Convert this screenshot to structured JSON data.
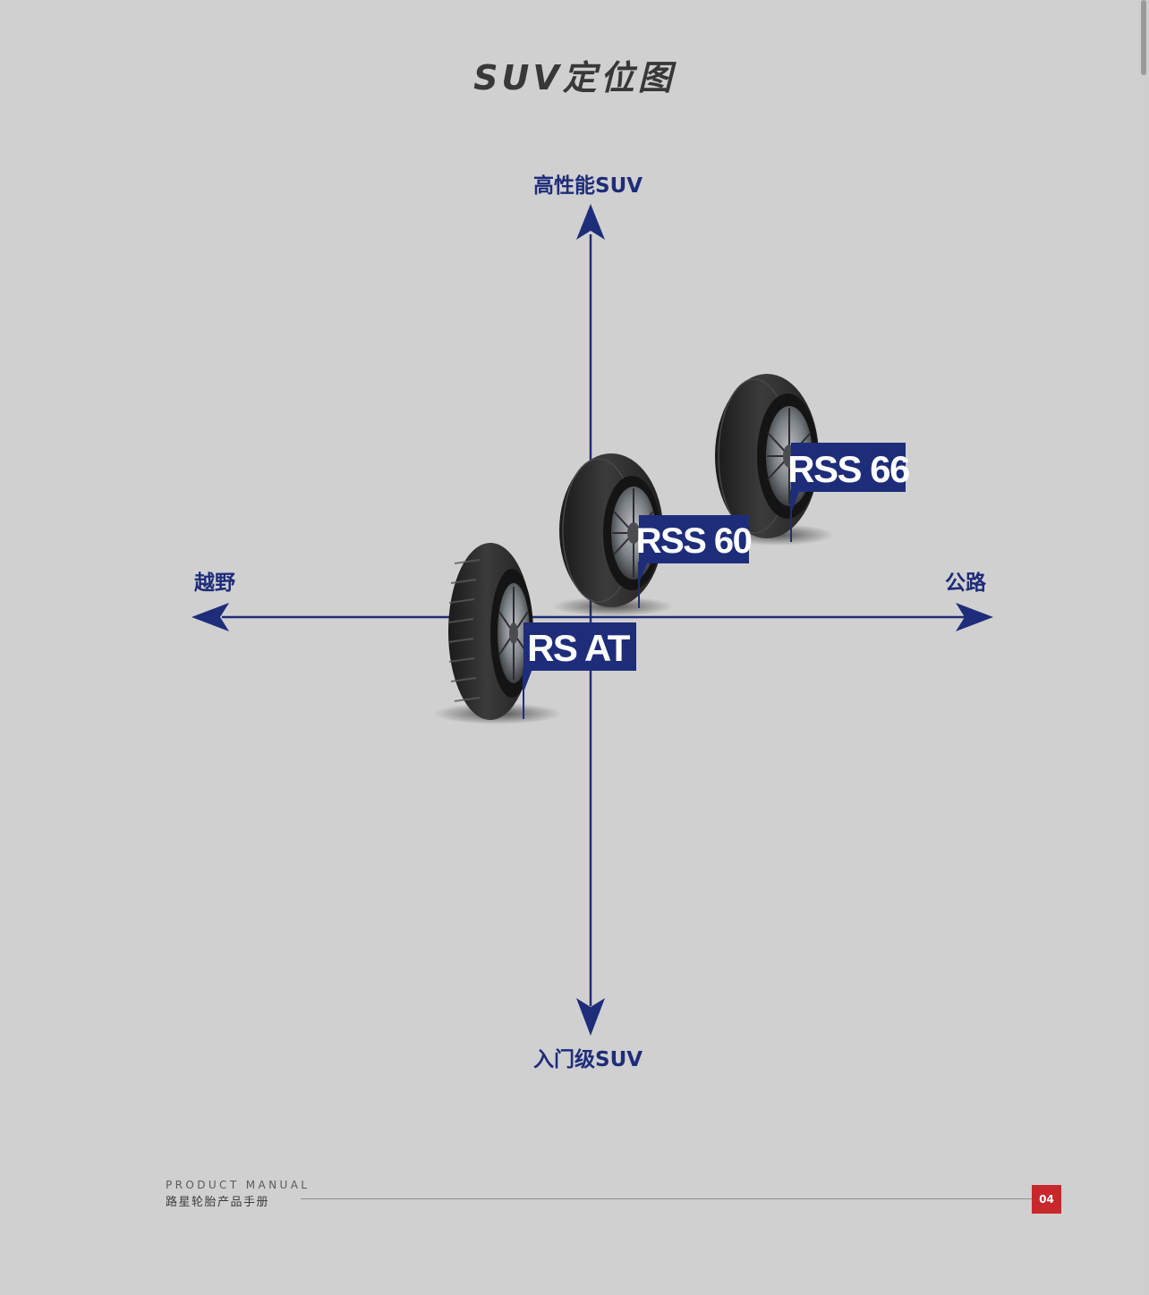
{
  "page": {
    "title": "SUV定位图"
  },
  "axes": {
    "top": "高性能SUV",
    "bottom": "入门级SUV",
    "left": "越野",
    "right": "公路",
    "color": "#1e2d7a"
  },
  "products": [
    {
      "name": "RS AT",
      "tire_type": "all-terrain-tire"
    },
    {
      "name": "RSS 60",
      "tire_type": "touring-tire"
    },
    {
      "name": "RSS 66",
      "tire_type": "touring-tire"
    }
  ],
  "footer": {
    "english": "PRODUCT MANUAL",
    "chinese": "路星轮胎产品手册",
    "page_number": "04",
    "page_number_color": "#c8282c"
  }
}
